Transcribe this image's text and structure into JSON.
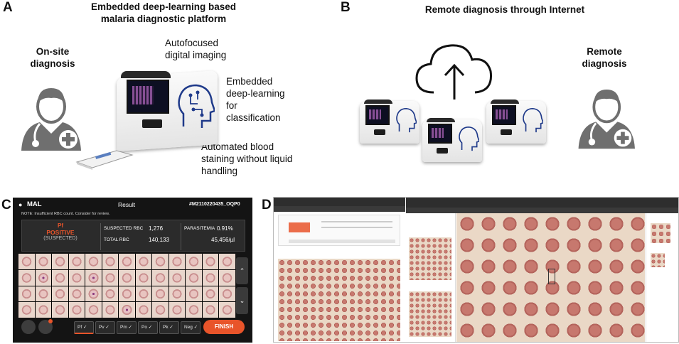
{
  "panels": {
    "A": {
      "letter": "A",
      "title_line1": "Embedded deep-learning based",
      "title_line2": "malaria diagnostic platform",
      "onsite_line1": "On-site",
      "onsite_line2": "diagnosis",
      "cap_imaging_1": "Autofocused",
      "cap_imaging_2": "digital imaging",
      "cap_dl_1": "Embedded",
      "cap_dl_2": "deep-learning",
      "cap_dl_3": "for",
      "cap_dl_4": "classification",
      "cap_stain_1": "Automated blood",
      "cap_stain_2": "staining without liquid",
      "cap_stain_3": "handling"
    },
    "B": {
      "letter": "B",
      "title": "Remote diagnosis through Internet",
      "remote_line1": "Remote",
      "remote_line2": "diagnosis"
    },
    "C": {
      "letter": "C",
      "app_name": "MAL",
      "screen_title": "Result",
      "sample_id": "#M2110220435_OQP0",
      "note": "NOTE: Insufficient RBC count. Consider for review.",
      "species": "Pf",
      "status": "POSITIVE",
      "status_sub": "(SUSPECTED)",
      "suspected_rbc_label": "SUSPECTED RBC",
      "suspected_rbc_value": "1,276",
      "total_rbc_label": "TOTAL RBC",
      "total_rbc_value": "140,133",
      "parasitemia_label": "PARASITEMIA",
      "parasitemia_pct": "0.91%",
      "parasitemia_count": "45,456/µl",
      "filters": [
        "Pf",
        "Pv",
        "Pm",
        "Po",
        "Pk",
        "Neg"
      ],
      "finish_label": "FINISH"
    },
    "D": {
      "letter": "D"
    }
  },
  "colors": {
    "accent_orange": "#e8542a",
    "positive_red": "#e8542a",
    "icon_gray": "#6f6f6f"
  }
}
